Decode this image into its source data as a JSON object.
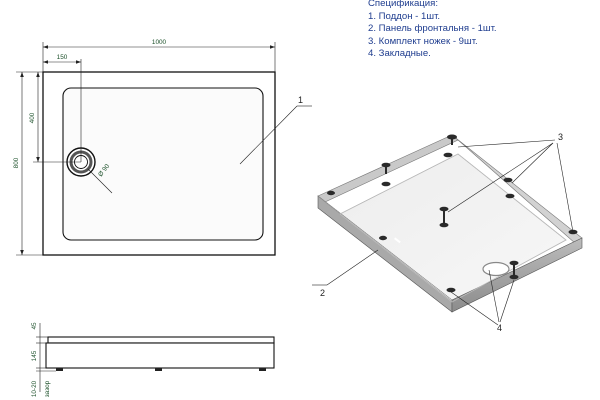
{
  "specification": {
    "title": "Спецификация:",
    "items": [
      "1. Поддон - 1шт.",
      "2. Панель фронтальня - 1шт.",
      "3. Комплект ножек - 9шт.",
      "4. Закладные."
    ]
  },
  "dimensions": {
    "width": "1000",
    "depth": "800",
    "drain_offset_x": "150",
    "drain_offset_y": "400",
    "drain_diameter": "Ø 90",
    "rim_height": "45",
    "tray_height": "145",
    "gap_label": "зазор",
    "gap_range": "10-20"
  },
  "callouts": {
    "tray": "1",
    "front_panel": "2",
    "legs": "3",
    "embedded": "4"
  },
  "colors": {
    "spec_text": "#1f3d8f",
    "dimension_text": "#1a4f28",
    "line": "#222222"
  }
}
